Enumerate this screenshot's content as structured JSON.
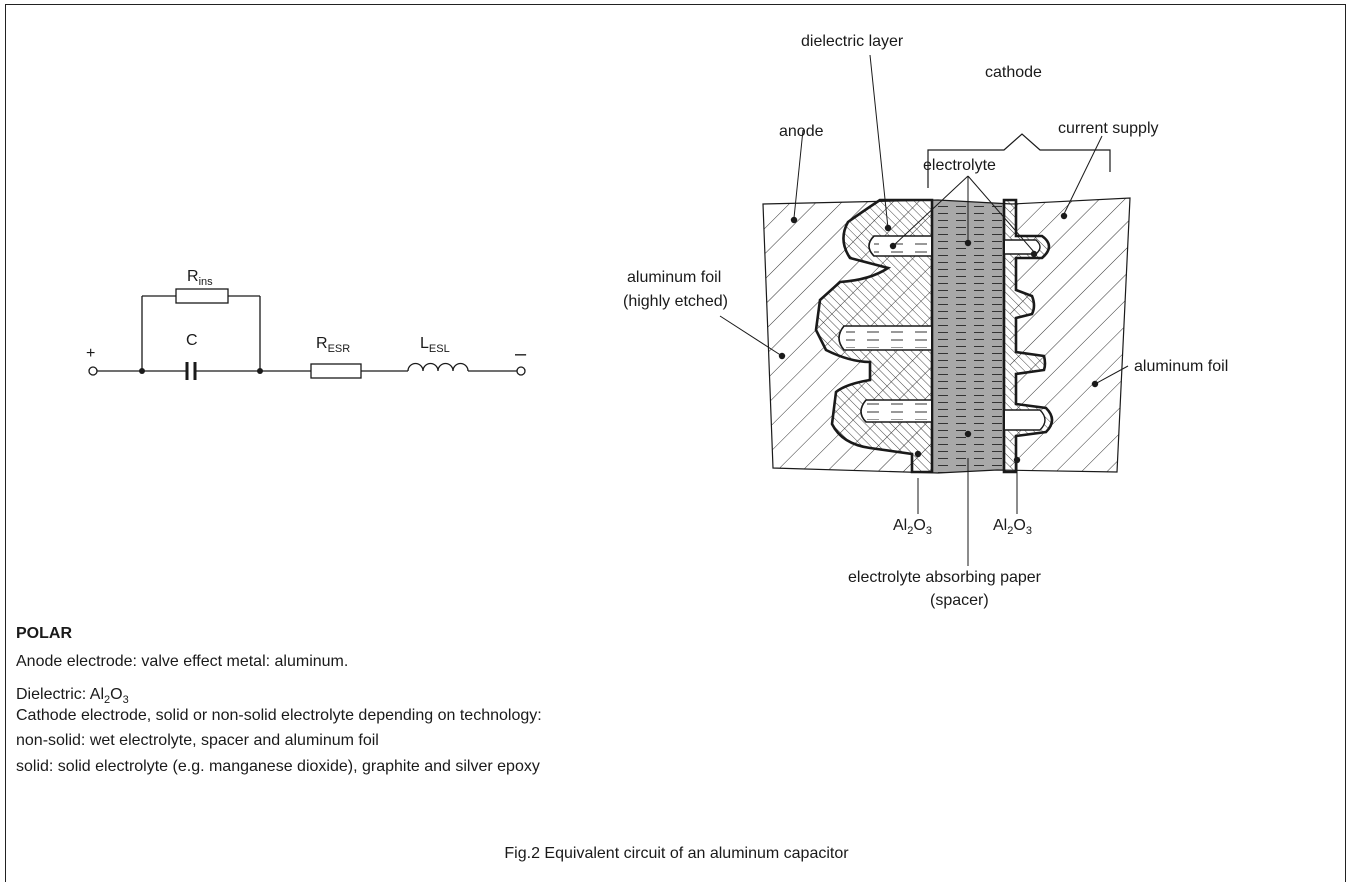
{
  "circuit": {
    "plus": "+",
    "minus": "–",
    "r_ins": {
      "main": "R",
      "sub": "ins"
    },
    "c": "C",
    "r_esr": {
      "main": "R",
      "sub": "ESR"
    },
    "l_esl": {
      "main": "L",
      "sub": "ESL"
    }
  },
  "cross_section": {
    "dielectric_layer": "dielectric layer",
    "cathode": "cathode",
    "anode": "anode",
    "current_supply": "current supply",
    "electrolyte": "electrolyte",
    "aluminum_foil_etched_1": "aluminum foil",
    "aluminum_foil_etched_2": "(highly etched)",
    "aluminum_foil": "aluminum foil",
    "al2o3_left": {
      "a": "Al",
      "s1": "2",
      "b": "O",
      "s2": "3"
    },
    "al2o3_right": {
      "a": "Al",
      "s1": "2",
      "b": "O",
      "s2": "3"
    },
    "paper_1": "electrolyte absorbing paper",
    "paper_2": "(spacer)"
  },
  "text": {
    "heading": "POLAR",
    "anode_line": "Anode electrode: valve effect metal: aluminum.",
    "dielectric_prefix": "Dielectric: Al",
    "dielectric_sub1": "2",
    "dielectric_mid": "O",
    "dielectric_sub2": "3",
    "cathode_line": "Cathode electrode, solid or non-solid electrolyte depending on technology:",
    "nonsolid_line": "non-solid: wet electrolyte, spacer and aluminum foil",
    "solid_line": "solid: solid electrolyte (e.g. manganese dioxide), graphite and silver epoxy"
  },
  "caption": "Fig.2  Equivalent circuit of an aluminum capacitor"
}
